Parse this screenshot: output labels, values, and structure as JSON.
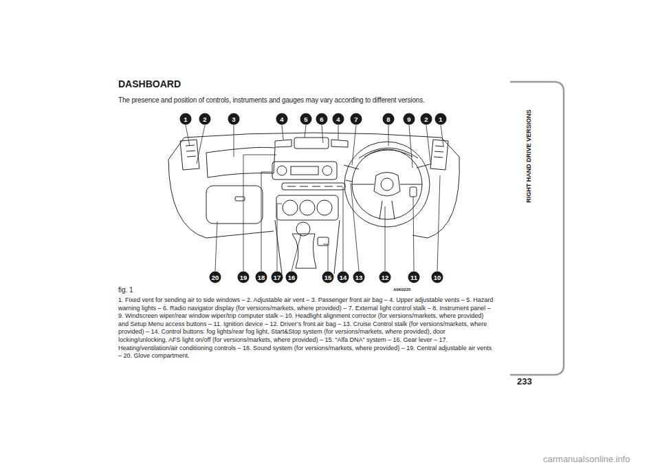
{
  "diagram": {
    "title": "DASHBOARD",
    "caption": "1. Fixed vent for sending air to side windows – 2. Adjustable air vent – 3. Passenger front air bag – 4. Upper adjustable vents – 5. Hazard warning lights – 6. Radio navigator display (for versions/markets, where provided) – 7. External light control stalk – 8. Instrument panel – 9. Windscreen wiper/rear window wiper/trip computer stalk – 10. Headlight alignment corrector (for versions/markets, where provided) and Setup Menu access buttons – 11. Ignition device – 12. Driver’s front air bag – 13. Cruise Control stalk (for versions/markets, where provided) – 14. Control buttons: fog lights/rear fog light, Start&Stop system (for versions/markets, where provided), door locking/unlocking, AFS light on/off (for versions/markets, where provided) – 15. “Alfa DNA” system – 16. Gear lever – 17. Heating/ventilation/air conditioning controls – 18. Sound system (for versions/markets, where provided) – 19. Central adjustable air vents – 20. Glove compartment.",
    "nodes": [
      {
        "text": [
          "RIGHT HAND DRIVE VERSIONS"
        ]
      }
    ],
    "labels": [
      "The presence and position of controls, instruments and gauges may vary according to different versions.",
      "1",
      "2",
      "3",
      "4",
      "5",
      "6",
      "4",
      "7",
      "8",
      "9",
      "2",
      "1",
      "20",
      "19",
      "18",
      "17",
      "16",
      "15",
      "14",
      "13",
      "12",
      "11",
      "10",
      "fig. 1",
      "A0K0225",
      "233",
      "carmanualsonline.info"
    ]
  }
}
